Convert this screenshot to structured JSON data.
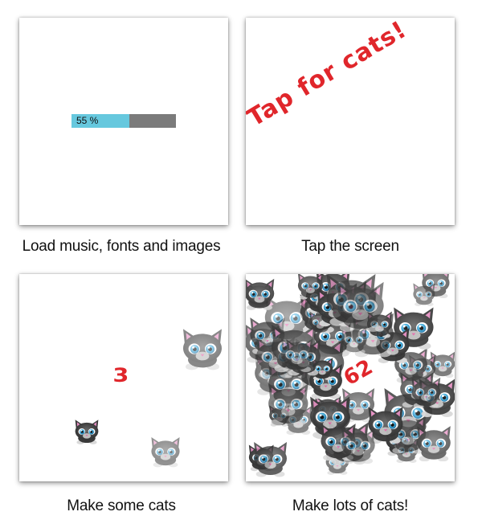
{
  "panels": [
    {
      "caption": "Load music, fonts and images"
    },
    {
      "caption": "Tap the screen"
    },
    {
      "caption": "Make some cats"
    },
    {
      "caption": "Make lots of cats!"
    }
  ],
  "loading": {
    "percent_label": "55 %",
    "progress": 0.55
  },
  "tap_prompt": "Tap for cats!",
  "counter_some": "3",
  "counter_lots": "62",
  "colors": {
    "progress_fill": "#66c8de",
    "progress_track": "#7b7b7b",
    "accent_red": "#e0262b"
  },
  "icons": {
    "cat": "kitten-icon"
  }
}
